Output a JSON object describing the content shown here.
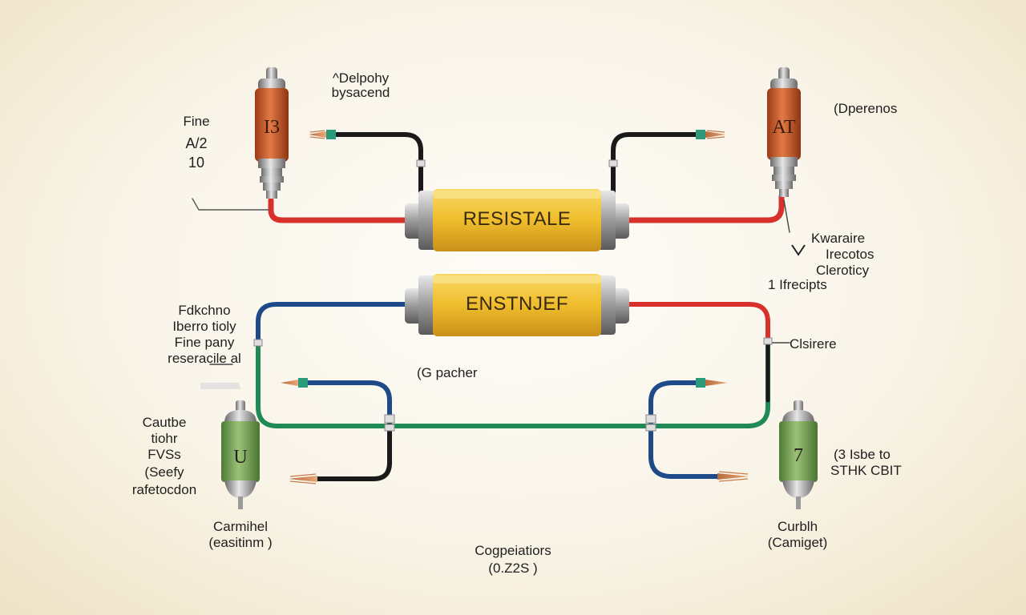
{
  "components": {
    "resistor_top": "RESISTALE",
    "resistor_bottom": "ENSTNJEF",
    "capacitor_top_left": "I3",
    "capacitor_top_right": "AT",
    "capacitor_bottom_left": "U",
    "capacitor_bottom_right": "7"
  },
  "labels": {
    "top_left": [
      "Fine",
      "A/2",
      "10"
    ],
    "top_center": [
      "^Delpohy",
      "bysacend"
    ],
    "top_right": "(Dperenos",
    "right_mid": [
      "Kwaraire",
      "Irecotos",
      "Cleroticy"
    ],
    "right_mid_small": "1 Ifrecipts",
    "left_mid": [
      "Fdkchno",
      "Iberro tioly",
      "Fine pany",
      "reseracile al"
    ],
    "center_mid": "(G pacher",
    "right_lower": "Clsirere",
    "left_lower": [
      "Cautbe",
      "tiohr",
      "FVSs",
      "(Seefy",
      "rafetocdon"
    ],
    "right_lower2": [
      "(3 Isbe to",
      "STHK CBIT"
    ],
    "bottom_left": [
      "Carmihel",
      "(easitinm )"
    ],
    "bottom_center": [
      "Cogpeiatiors",
      "(0.Z2S )"
    ],
    "bottom_right": [
      "Curblh",
      "(Camiget)"
    ]
  },
  "colors": {
    "wire_red": "#d8302a",
    "wire_blue": "#1e4a8a",
    "wire_green": "#1f8a55",
    "wire_black": "#1a1a1a",
    "resistor_body": "#f0c032",
    "capacitor_orange": "#c8582a",
    "capacitor_green": "#79a45a"
  }
}
